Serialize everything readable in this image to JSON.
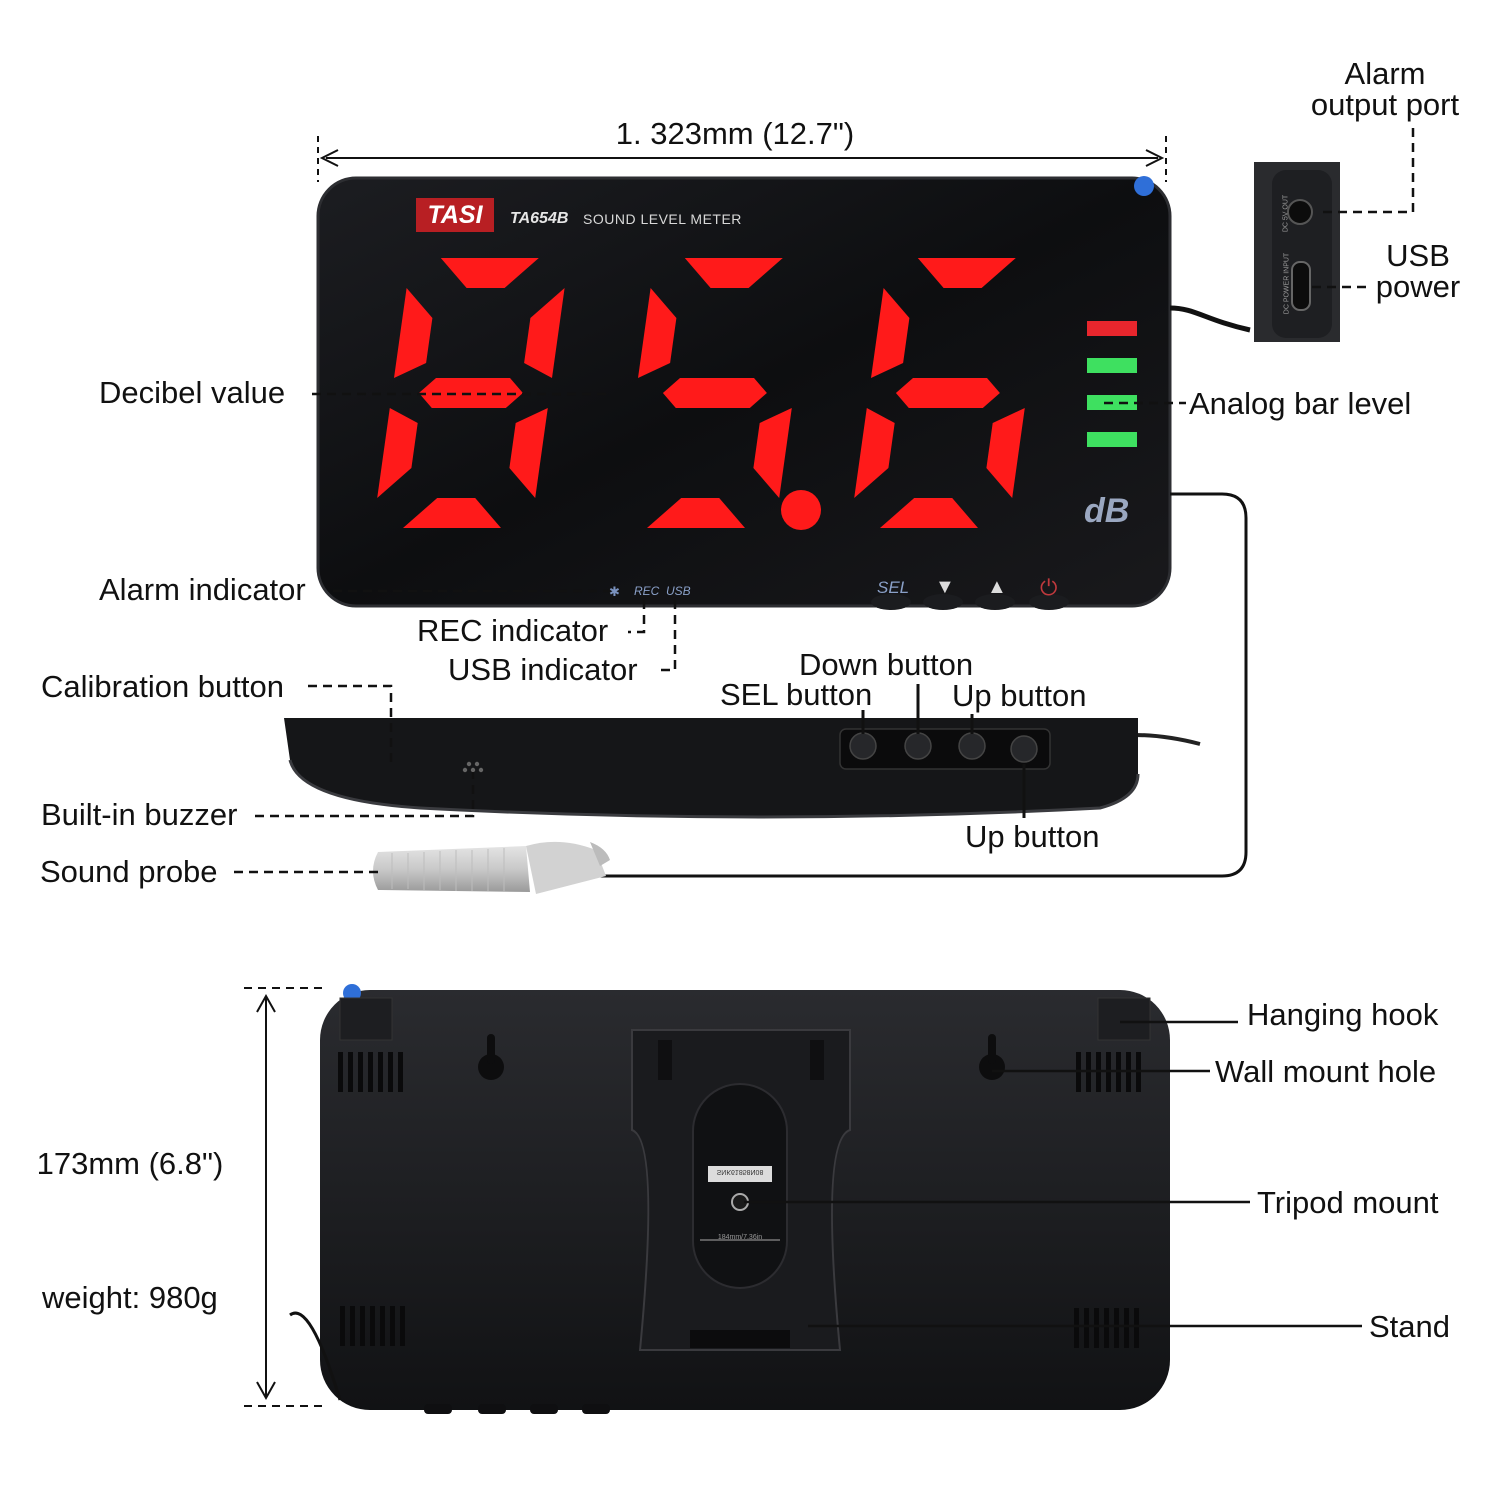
{
  "width_dimension": "1. 323mm (12.7\")",
  "height_dimension": "173mm (6.8\")",
  "weight": "weight: 980g",
  "device": {
    "brand": "TASI",
    "model": "TA654B",
    "product_name": "SOUND LEVEL METER",
    "reading": "85.6",
    "unit": "dB",
    "indicators": {
      "alarm": "✱",
      "rec": "REC",
      "usb": "USB"
    },
    "keys": {
      "sel": "SEL",
      "down": "▼",
      "up": "▲",
      "power": "⏻"
    },
    "port_labels": {
      "dc_out": "DC 5V OUT",
      "dc_in": "DC POWER INPUT"
    },
    "back_labels": {
      "sticker": "SNK61858N08",
      "ruler": "184mm/7.36in"
    },
    "bar_colors": [
      "#e8262d",
      "#3ee060",
      "#3ee060",
      "#3ee060"
    ],
    "segment_color": "#ff1a1a"
  },
  "callouts": {
    "alarm_output_port": "Alarm\noutput port",
    "usb_power": "USB\npower",
    "decibel_value": "Decibel value",
    "analog_bar_level": "Analog bar level",
    "alarm_indicator": "Alarm indicator",
    "rec_indicator": "REC indicator",
    "usb_indicator": "USB indicator",
    "calibration_button": "Calibration button",
    "down_button": "Down button",
    "sel_button": "SEL button",
    "up_button_top": "Up button",
    "up_button_bottom": "Up button",
    "built_in_buzzer": "Built-in buzzer",
    "sound_probe": "Sound probe",
    "hanging_hook": "Hanging hook",
    "wall_mount_hole": "Wall mount hole",
    "tripod_mount": "Tripod mount",
    "stand": "Stand"
  }
}
